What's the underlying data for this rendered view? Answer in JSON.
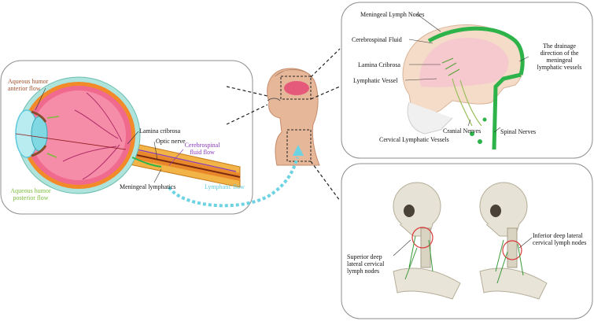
{
  "eye_panel": {
    "aqueous_anterior": "Aqueous humor\nanterior flow",
    "aqueous_posterior": "Aqueous humor\nposterior flow",
    "lamina_cribrosa": "Lamina cribrosa",
    "optic_nerve": "Optic nerve",
    "csf_flow": "Cerebrospinal\nfluid flow",
    "meningeal_lymphatics": "Meningeal lymphatics",
    "lymphatic_flow": "Lymphatic flow"
  },
  "brain_panel": {
    "meningeal_lymph_nodes": "Meningeal Lymph Nodes",
    "cerebrospinal_fluid": "Cerebrospinal Fluid",
    "lamina_cribrosa": "Lamina Cribrosa",
    "lymphatic_vessel": "Lymphatic Vessel",
    "drainage_direction": "The drainage\ndirection of the\nmeningeal\nlymphatic vessels",
    "cranial_nerves": "Cranial Nerves",
    "cervical_lymphatic_vessels": "Cervical Lymphatic Vessels",
    "spinal_nerves": "Spinal Nerves"
  },
  "neck_panel": {
    "superior_nodes": "Superior deep\nlateral cervical\nlymph nodes",
    "inferior_nodes": "Inferior deep lateral\ncervical lymph nodes"
  },
  "colors": {
    "lymph_green": "#2db34a",
    "flow_cyan": "#6dd3e3",
    "eye_pink": "#f06a8e",
    "csf_purple": "#8a3ab9"
  }
}
